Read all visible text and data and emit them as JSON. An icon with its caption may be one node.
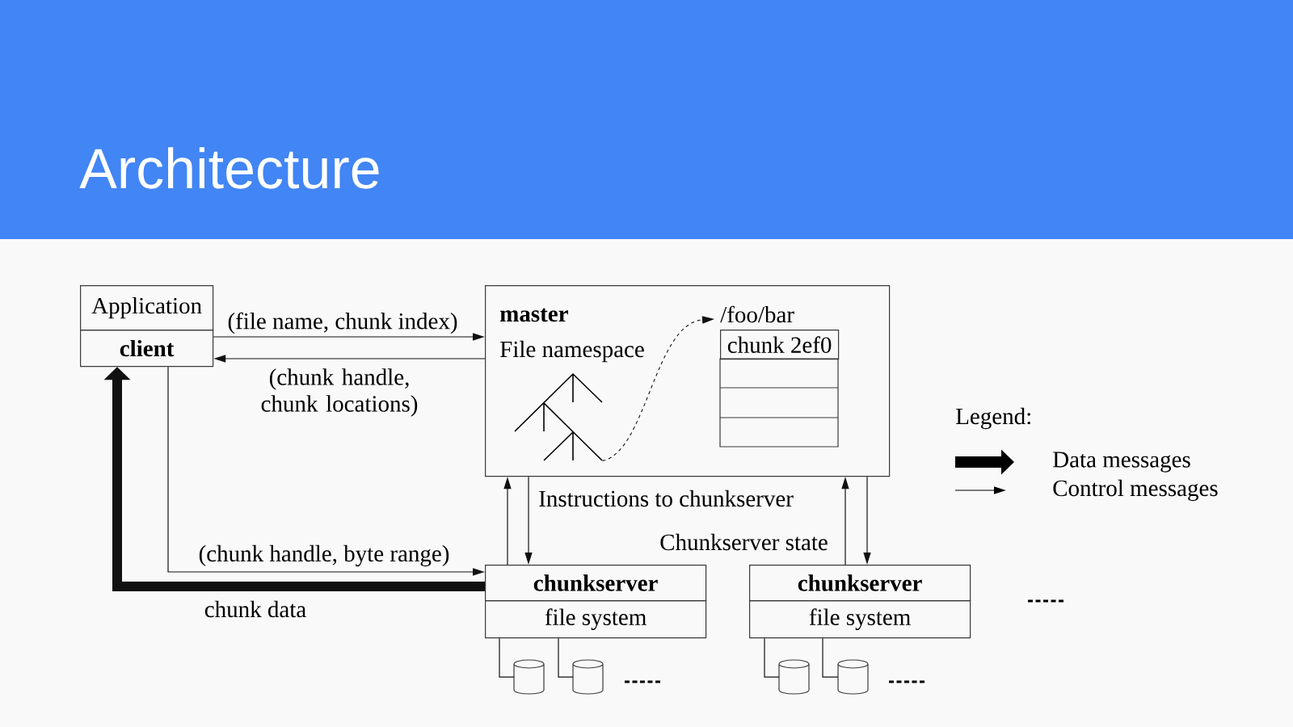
{
  "diagram": {
    "title": "Architecture",
    "nodes": [
      {
        "text": [
          "Application"
        ]
      },
      {
        "text": [
          "client"
        ]
      },
      {
        "text": [
          "master",
          "File namespace"
        ]
      },
      {
        "text": [],
        "shape": "picture",
        "in": 2
      },
      {
        "text": [
          "/foo/bar",
          "chunk 2ef0"
        ],
        "in": 2
      },
      {
        "text": [
          "chunkserver"
        ]
      },
      {
        "text": [
          "file system"
        ]
      },
      {
        "text": [
          "chunkserver"
        ]
      },
      {
        "text": [
          "file system"
        ]
      },
      {
        "text": [],
        "shape": "cylinder"
      },
      {
        "text": [],
        "shape": "cylinder"
      },
      {
        "text": [],
        "shape": "cylinder"
      },
      {
        "text": [],
        "shape": "cylinder"
      }
    ],
    "edges": [
      {
        "from": 1,
        "to": 2,
        "arrow": "to",
        "label": "(file name, chunk index)"
      },
      {
        "from": 2,
        "to": 1,
        "arrow": "to",
        "label": "(chunk handle, chunk locations)"
      },
      {
        "from": 1,
        "to": 5,
        "arrow": "to",
        "label": "(chunk handle, byte range)"
      },
      {
        "from": 5,
        "to": 1,
        "arrow": "to",
        "label": "chunk data",
        "style": "thick"
      },
      {
        "from": 5,
        "to": 2,
        "arrow": "to"
      },
      {
        "from": 2,
        "to": 5,
        "arrow": "to",
        "label": "Instructions to chunkserver"
      },
      {
        "from": 7,
        "to": 2,
        "arrow": "to",
        "label": "Chunkserver state"
      },
      {
        "from": 2,
        "to": 7,
        "arrow": "to"
      },
      {
        "from": 3,
        "to": 4,
        "arrow": "to",
        "style": "dashed"
      },
      {
        "from": 6,
        "to": 9,
        "arrow": "none"
      },
      {
        "from": 6,
        "to": 10,
        "arrow": "none"
      },
      {
        "from": 8,
        "to": 11,
        "arrow": "none"
      },
      {
        "from": 8,
        "to": 12,
        "arrow": "none"
      }
    ],
    "labels": [
      "Legend:"
    ],
    "legend": [
      {
        "text": "Data messages"
      },
      {
        "text": "Control messages"
      }
    ]
  }
}
